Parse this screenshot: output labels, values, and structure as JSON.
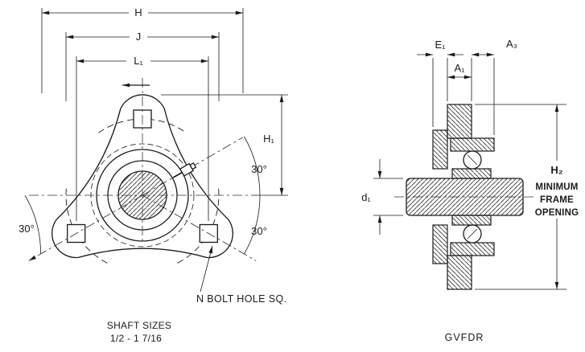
{
  "drawing": {
    "left_view": {
      "dim_h": "H",
      "dim_j": "J",
      "dim_l1": "L₁",
      "dim_h1": "H₁",
      "angle_upper_right": "30°",
      "angle_lower_right": "30°",
      "angle_left": "30°",
      "bolt_note": "N BOLT HOLE SQ.",
      "shaft_sizes_title": "SHAFT SIZES",
      "shaft_sizes_range": "1/2 - 1 7/16"
    },
    "right_view": {
      "dim_e1": "E₁",
      "dim_a3": "A₃",
      "dim_a1": "A₁",
      "dim_d1": "d₁",
      "dim_h2": "H₂",
      "frame_note_1": "MINIMUM",
      "frame_note_2": "FRAME",
      "frame_note_3": "OPENING",
      "model_code": "GVFDR"
    },
    "colors": {
      "ink": "#1a1a1a",
      "paper": "#ffffff"
    }
  }
}
